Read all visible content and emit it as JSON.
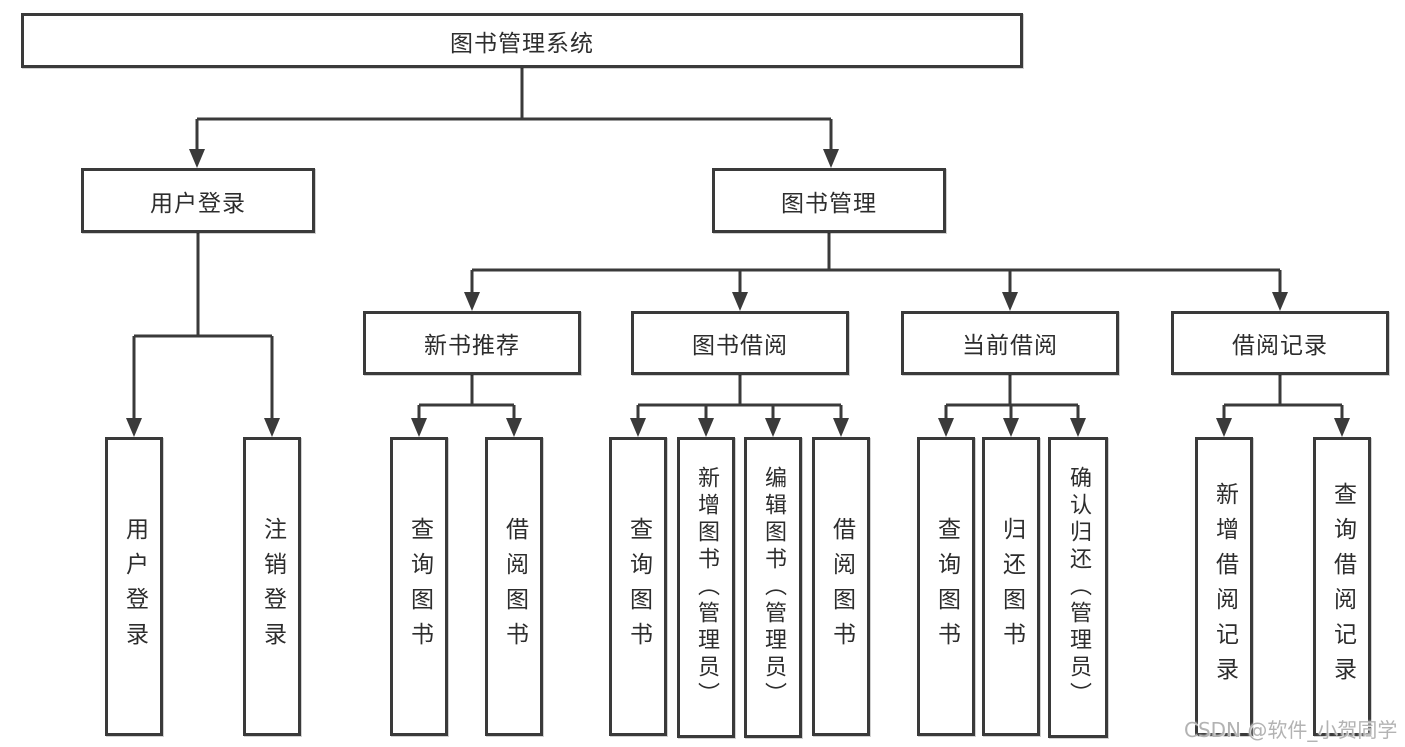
{
  "diagram_type": "hierarchy-tree",
  "colors": {
    "line": "#3a3a3a",
    "box_border": "#3a3a3a",
    "box_fill": "#ffffff",
    "text": "#2d2d2d",
    "watermark": "#b3b3b3",
    "background": "#ffffff"
  },
  "tree": {
    "root": "图书管理系统",
    "branches": [
      {
        "label": "用户登录",
        "children": [
          "用户登录",
          "注销登录"
        ]
      },
      {
        "label": "图书管理",
        "children": [
          {
            "label": "新书推荐",
            "children": [
              "查询图书",
              "借阅图书"
            ]
          },
          {
            "label": "图书借阅",
            "children": [
              "查询图书",
              "新增图书（管理员）",
              "编辑图书（管理员）",
              "借阅图书"
            ]
          },
          {
            "label": "当前借阅",
            "children": [
              "查询图书",
              "归还图书",
              "确认归还（管理员）"
            ]
          },
          {
            "label": "借阅记录",
            "children": [
              "新增借阅记录",
              "查询借阅记录"
            ]
          }
        ]
      }
    ]
  },
  "watermark": {
    "text": "CSDN @软件_小贺同学"
  }
}
